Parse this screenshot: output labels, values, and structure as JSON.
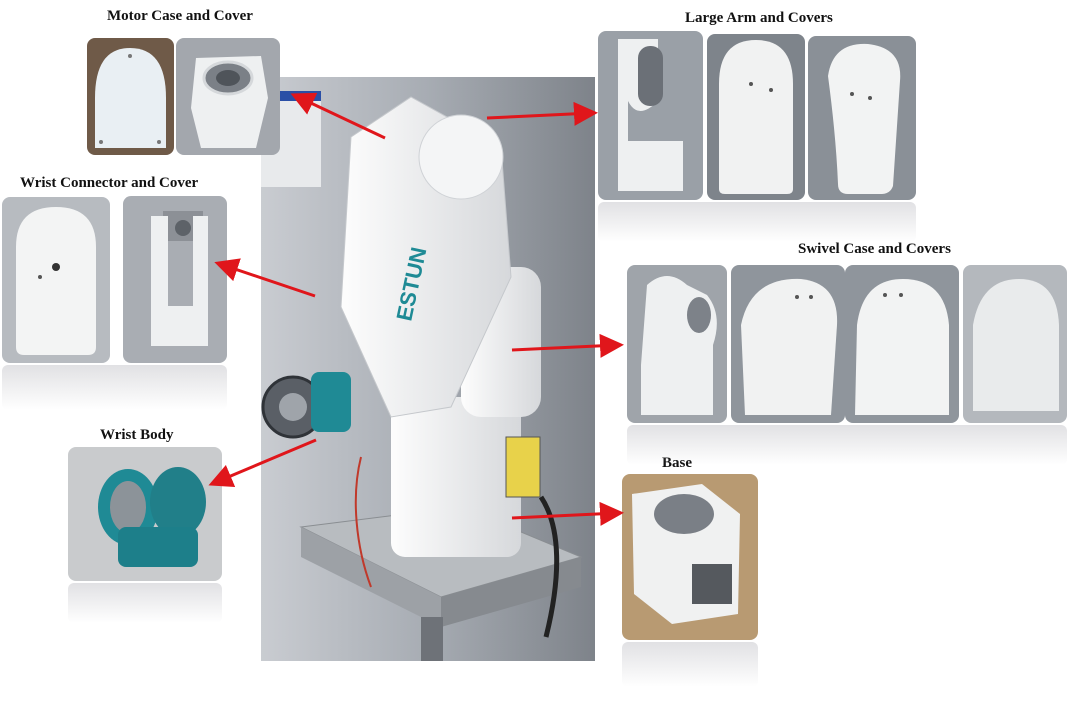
{
  "labels": {
    "motor_case": "Motor Case and Cover",
    "large_arm": "Large Arm and Covers",
    "wrist_connector": "Wrist Connector and Cover",
    "swivel_case": "Swivel Case and Covers",
    "wrist_body": "Wrist Body",
    "base": "Base"
  },
  "robot": {
    "brand": "ESTUN"
  },
  "colors": {
    "arrow": "#e0161b",
    "part_white": "#f2f3f2",
    "wrist_teal": "#1f8a95",
    "bg_grey": "#8a8f96"
  }
}
